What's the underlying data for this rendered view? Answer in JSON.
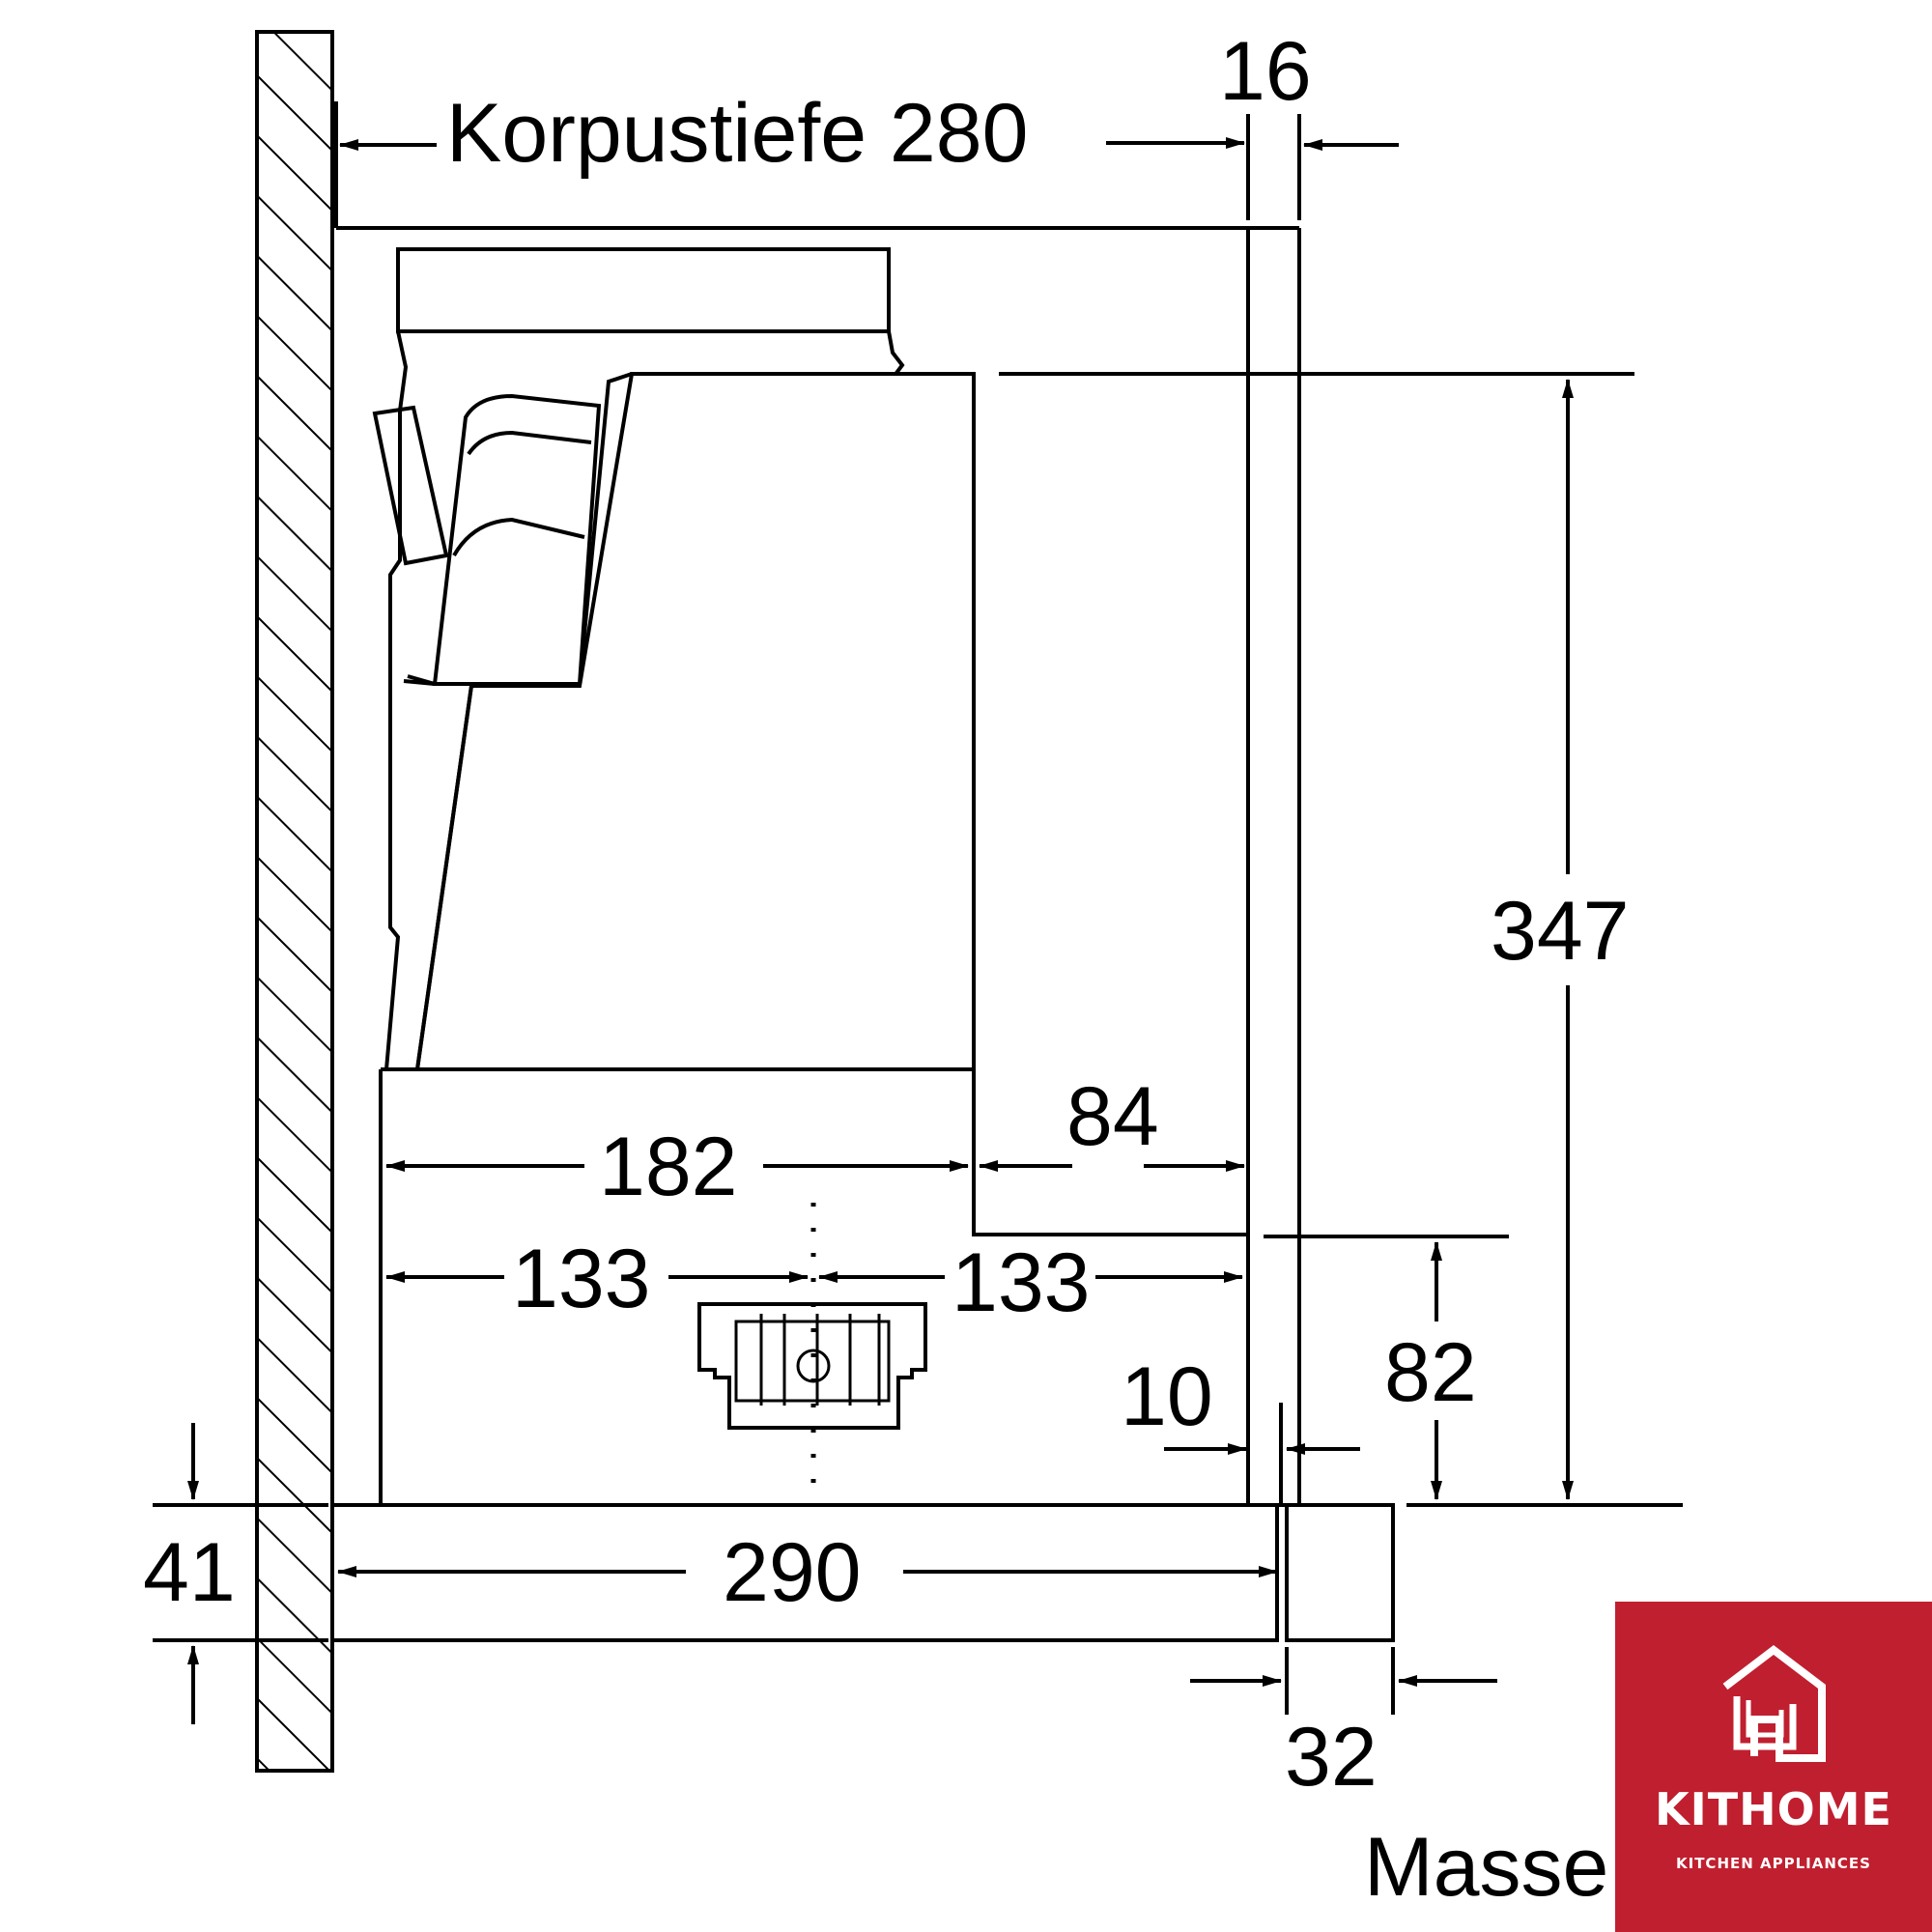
{
  "dimensions": {
    "cabinet_depth": "Korpustiefe 280",
    "panel_thickness": "16",
    "height_total": "347",
    "width_upper": "84",
    "width_182": "182",
    "offset_left": "133",
    "offset_right": "133",
    "height_82": "82",
    "gap_10": "10",
    "depth_290": "290",
    "height_41": "41",
    "front_32": "32"
  },
  "footer_text": "Masse",
  "brand": {
    "name": "KITHOME",
    "tagline": "KITCHEN APPLIANCES",
    "color": "#c01f2f",
    "icon": "house-logo-icon"
  },
  "colors": {
    "line": "#000000",
    "hatch": "#000000",
    "background": "#ffffff"
  }
}
